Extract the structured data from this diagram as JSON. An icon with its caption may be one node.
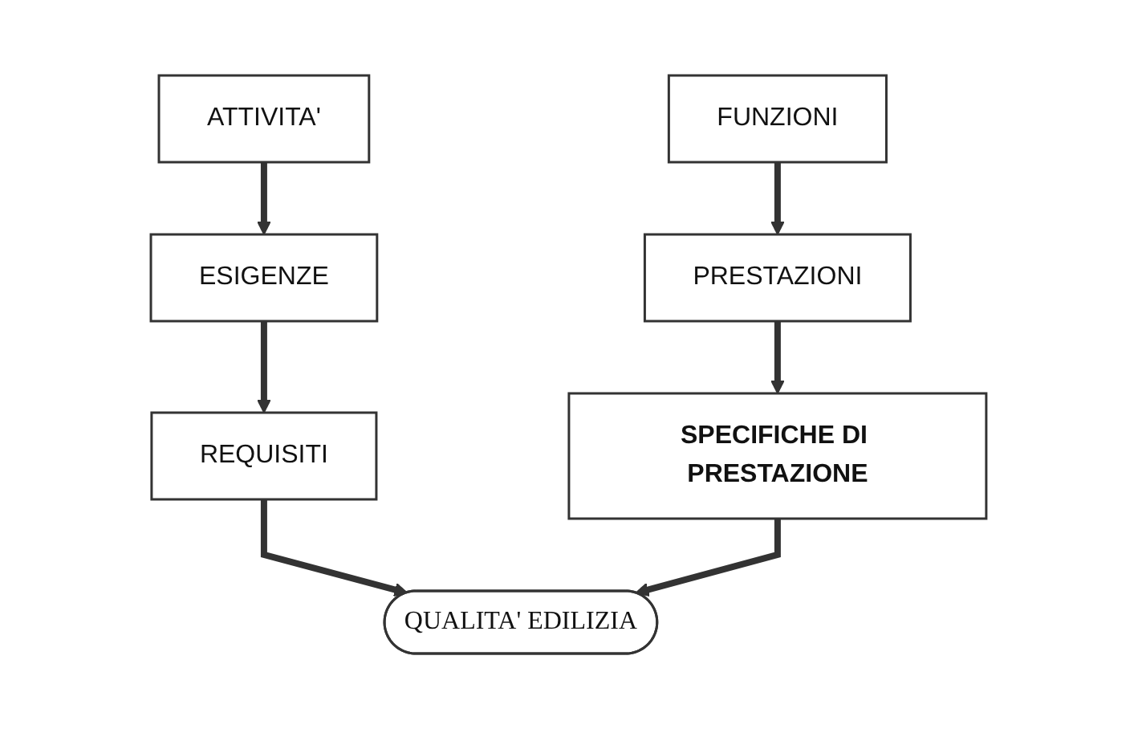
{
  "diagram": {
    "nodes": [
      {
        "text": [
          "ATTIVITA'"
        ]
      },
      {
        "text": [
          "FUNZIONI"
        ]
      },
      {
        "text": [
          "ESIGENZE"
        ]
      },
      {
        "text": [
          "PRESTAZIONI"
        ]
      },
      {
        "text": [
          "REQUISITI"
        ]
      },
      {
        "text": [
          "SPECIFICHE DI PRESTAZIONE"
        ]
      },
      {
        "text": [
          "QUALITA' EDILIZIA"
        ]
      }
    ],
    "edges": [
      {
        "from": 0,
        "to": 2,
        "arrow": "to"
      },
      {
        "from": 2,
        "to": 4,
        "arrow": "to"
      },
      {
        "from": 4,
        "to": 6,
        "arrow": "to"
      },
      {
        "from": 1,
        "to": 3,
        "arrow": "to"
      },
      {
        "from": 3,
        "to": 5,
        "arrow": "to"
      },
      {
        "from": 5,
        "to": 6,
        "arrow": "to"
      }
    ]
  }
}
